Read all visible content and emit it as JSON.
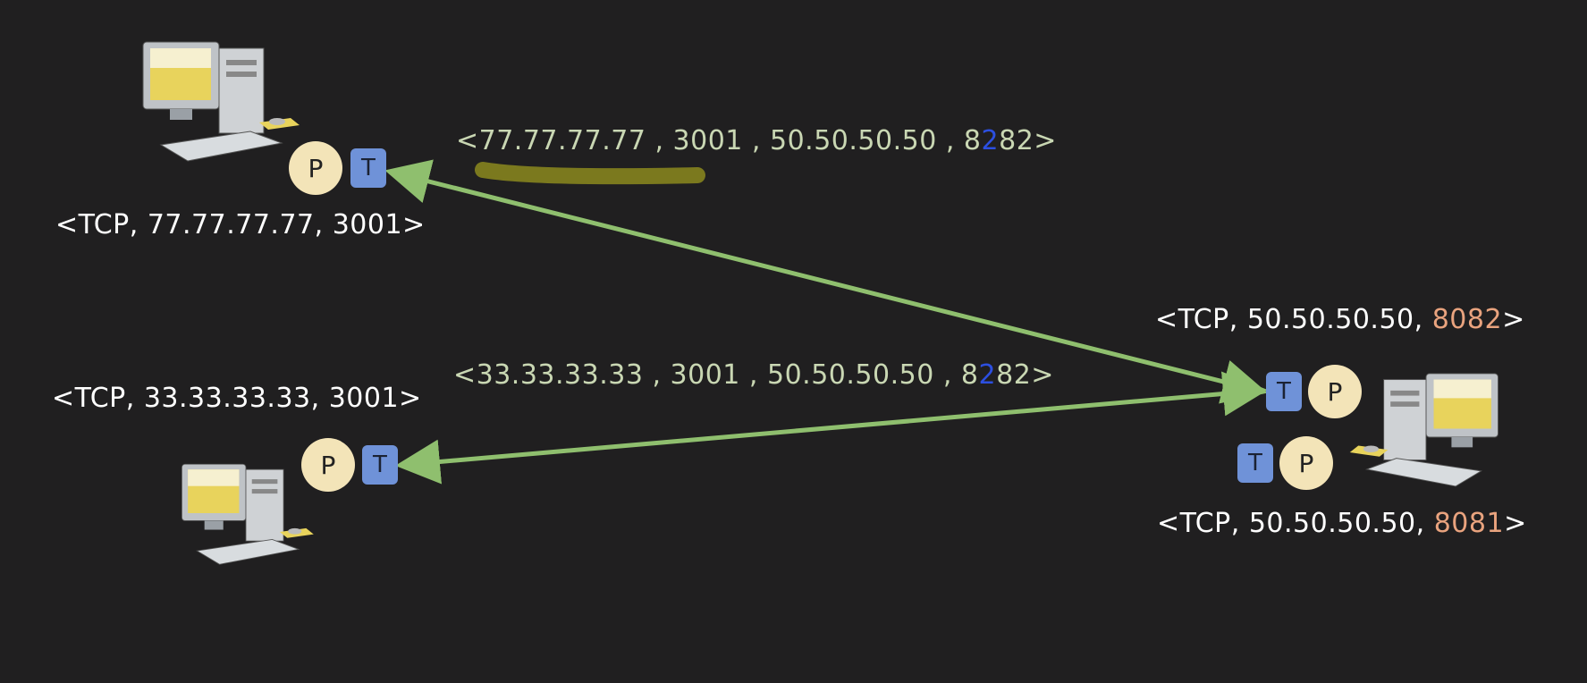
{
  "host_top_left": {
    "label_prefix": "<TCP, 77.77.77.77, 3001>",
    "process_badge": "P",
    "transport_badge": "T"
  },
  "host_bottom_left": {
    "label_prefix": "<TCP, 33.33.33.33, 3001>",
    "process_badge": "P",
    "transport_badge": "T"
  },
  "host_right": {
    "socket_top": {
      "prefix": "<TCP, 50.50.50.50, ",
      "port": "8082",
      "suffix": ">"
    },
    "socket_bottom": {
      "prefix": "<TCP, 50.50.50.50, ",
      "port": "8081",
      "suffix": ">"
    },
    "process_badge": "P",
    "transport_badge": "T"
  },
  "tuples": {
    "top": {
      "a": "<77.77.77.77 , 3001 , 50.50.50.50 , 8",
      "mark": "2",
      "b": "82>"
    },
    "bottom": {
      "a": "<33.33.33.33 , 3001 , 50.50.50.50 , 8",
      "mark": "2",
      "b": "82>"
    }
  },
  "colors": {
    "background": "#201f20",
    "arrow": "#8fbf6e",
    "highlight": "#8c8a1e",
    "port_accent": "#e9a37e"
  }
}
